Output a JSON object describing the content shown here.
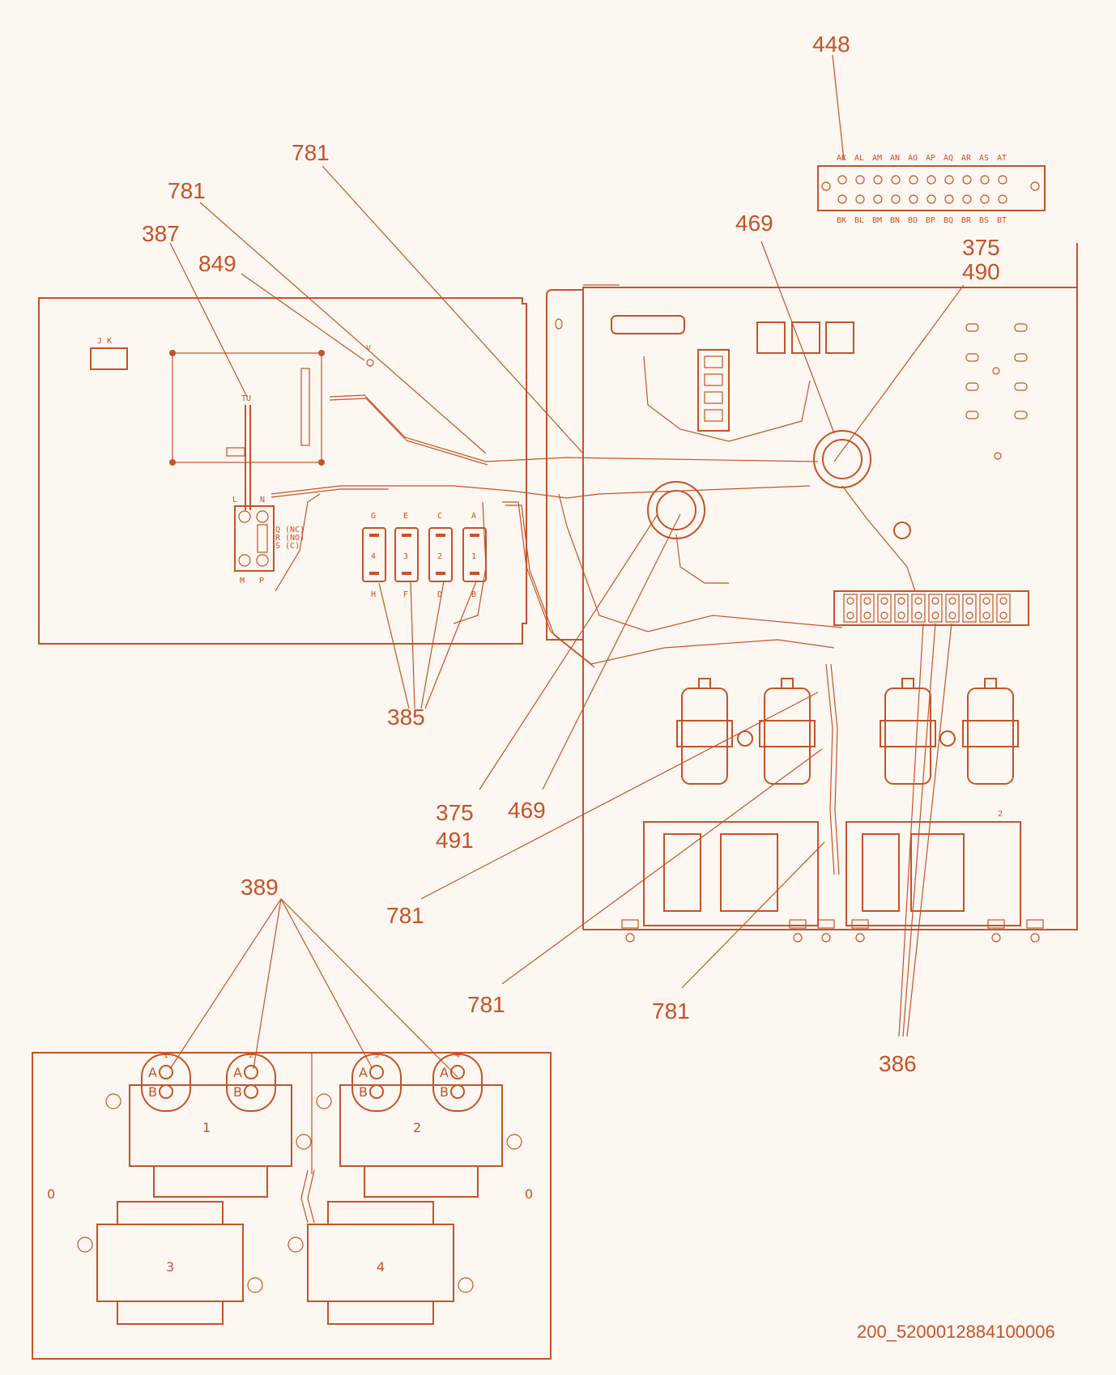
{
  "callouts": {
    "c448": "448",
    "c781a": "781",
    "c781b": "781",
    "c387": "387",
    "c849": "849",
    "c469a": "469",
    "c375a": "375",
    "c490": "490",
    "c385": "385",
    "c375b": "375",
    "c491": "491",
    "c469b": "469",
    "c781c": "781",
    "c389": "389",
    "c781d": "781",
    "c781e": "781",
    "c386": "386"
  },
  "terminal_strip_top": [
    "AK",
    "AL",
    "AM",
    "AN",
    "AO",
    "AP",
    "AQ",
    "AR",
    "AS",
    "AT"
  ],
  "terminal_strip_bottom": [
    "BK",
    "BL",
    "BM",
    "BN",
    "BO",
    "BP",
    "BQ",
    "BR",
    "BS",
    "BT"
  ],
  "left_panel": {
    "jk": "J K",
    "tu": "TU",
    "l": "L",
    "n": "N",
    "m": "M",
    "p": "P",
    "v": "V",
    "q": "Q (NC)",
    "r": "R (NO)",
    "s": "S (C)",
    "top_letters": [
      "G",
      "E",
      "C",
      "A"
    ],
    "numbers": [
      "4",
      "3",
      "2",
      "1"
    ],
    "bottom_letters": [
      "H",
      "F",
      "D",
      "B"
    ]
  },
  "lower_panel": {
    "transformers": [
      "1",
      "2",
      "3",
      "4"
    ],
    "coil_numbers": [
      "1",
      "2",
      "3",
      "4"
    ],
    "a": "A",
    "b": "B",
    "zero_left": "0",
    "zero_right": "0"
  },
  "right_panel": {
    "marker": "2"
  },
  "drawing_code": "200_5200012884100006"
}
